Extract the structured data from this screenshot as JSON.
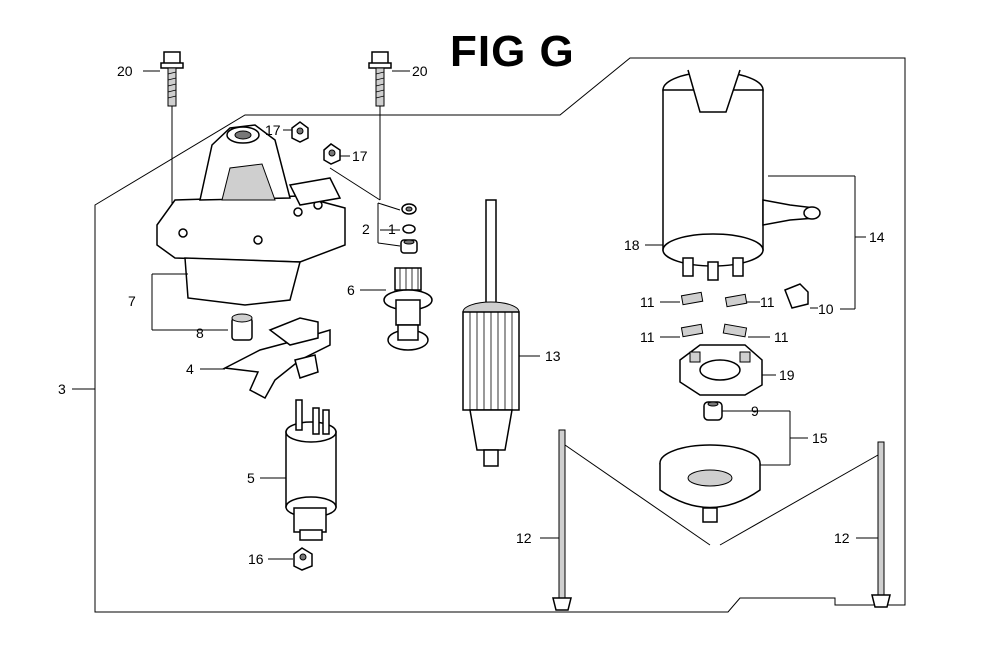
{
  "figure": {
    "title": "FIG G"
  },
  "callouts": [
    {
      "id": "c20a",
      "label": "20"
    },
    {
      "id": "c20b",
      "label": "20"
    },
    {
      "id": "c17a",
      "label": "17"
    },
    {
      "id": "c17b",
      "label": "17"
    },
    {
      "id": "c2",
      "label": "2"
    },
    {
      "id": "c1",
      "label": "1"
    },
    {
      "id": "c7",
      "label": "7"
    },
    {
      "id": "c6",
      "label": "6"
    },
    {
      "id": "c8",
      "label": "8"
    },
    {
      "id": "c4",
      "label": "4"
    },
    {
      "id": "c3",
      "label": "3"
    },
    {
      "id": "c5",
      "label": "5"
    },
    {
      "id": "c16",
      "label": "16"
    },
    {
      "id": "c13",
      "label": "13"
    },
    {
      "id": "c12a",
      "label": "12"
    },
    {
      "id": "c12b",
      "label": "12"
    },
    {
      "id": "c18",
      "label": "18"
    },
    {
      "id": "c14",
      "label": "14"
    },
    {
      "id": "c11a",
      "label": "11"
    },
    {
      "id": "c11b",
      "label": "11"
    },
    {
      "id": "c10",
      "label": "10"
    },
    {
      "id": "c11c",
      "label": "11"
    },
    {
      "id": "c11d",
      "label": "11"
    },
    {
      "id": "c19",
      "label": "19"
    },
    {
      "id": "c9",
      "label": "9"
    },
    {
      "id": "c15",
      "label": "15"
    }
  ]
}
